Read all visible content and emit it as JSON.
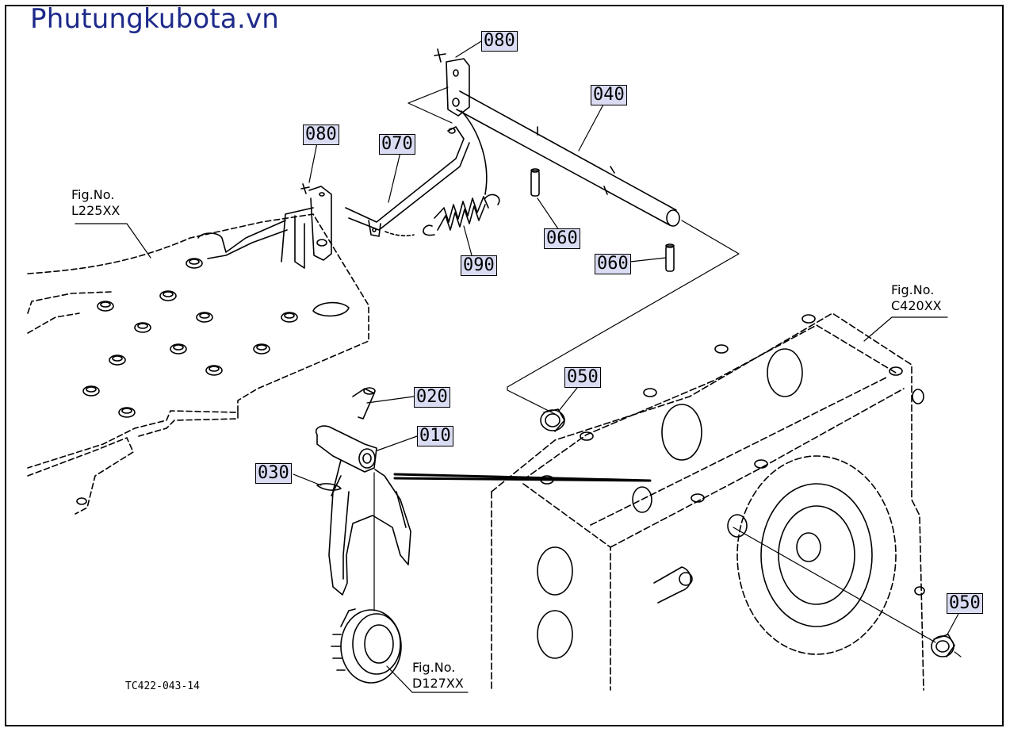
{
  "brand": "Phutungkubota.vn",
  "drawing_code": "TC422-043-14",
  "callouts": {
    "c080_top": "080",
    "c040": "040",
    "c080_left": "080",
    "c070": "070",
    "c060_a": "060",
    "c060_b": "060",
    "c090": "090",
    "c050_a": "050",
    "c020": "020",
    "c010": "010",
    "c030": "030",
    "c050_b": "050"
  },
  "figrefs": {
    "l225": {
      "label": "Fig.No.",
      "code": "L225XX"
    },
    "c420": {
      "label": "Fig.No.",
      "code": "C420XX"
    },
    "d127": {
      "label": "Fig.No.",
      "code": "D127XX"
    }
  },
  "colors": {
    "brand": "#1d2a8a",
    "callout_fill": "#d9dcf2",
    "line": "#000000"
  }
}
